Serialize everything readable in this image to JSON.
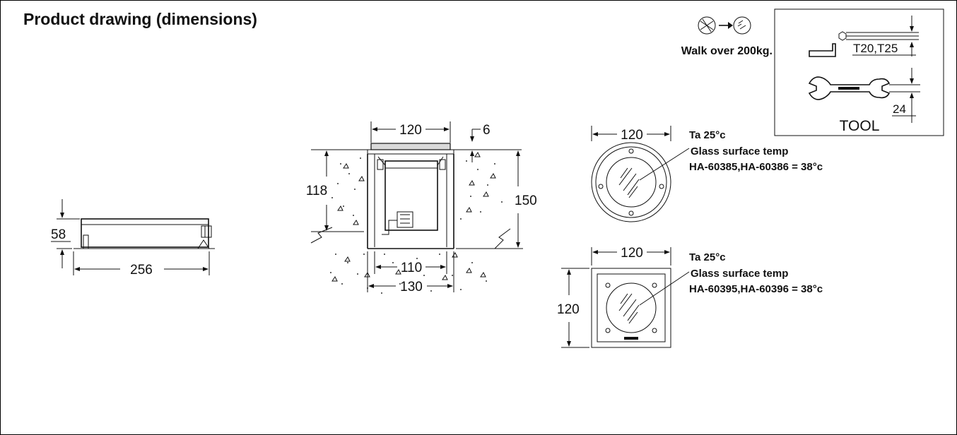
{
  "title": "Product drawing (dimensions)",
  "walk_over": {
    "label": "Walk over 200kg.",
    "icon": "walk-over-icon"
  },
  "tool_box": {
    "label": "TOOL",
    "key_size": "T20,T25",
    "wrench_size": "24",
    "key_icon": "hex-key-icon",
    "wrench_icon": "wrench-icon"
  },
  "driver_box": {
    "height": "58",
    "length": "256"
  },
  "luminaire_section": {
    "top_width": "120",
    "flange": "6",
    "body_depth": "118",
    "total_depth": "150",
    "inner_width": "110",
    "outer_width": "130"
  },
  "round_version": {
    "diameter": "120",
    "ambient": "Ta 25°c",
    "surface_label": "Glass surface temp",
    "models": "HA-60385,HA-60386 = 38°c"
  },
  "square_version": {
    "width": "120",
    "height": "120",
    "ambient": "Ta 25°c",
    "surface_label": "Glass surface temp",
    "models": "HA-60395,HA-60396 = 38°c"
  }
}
